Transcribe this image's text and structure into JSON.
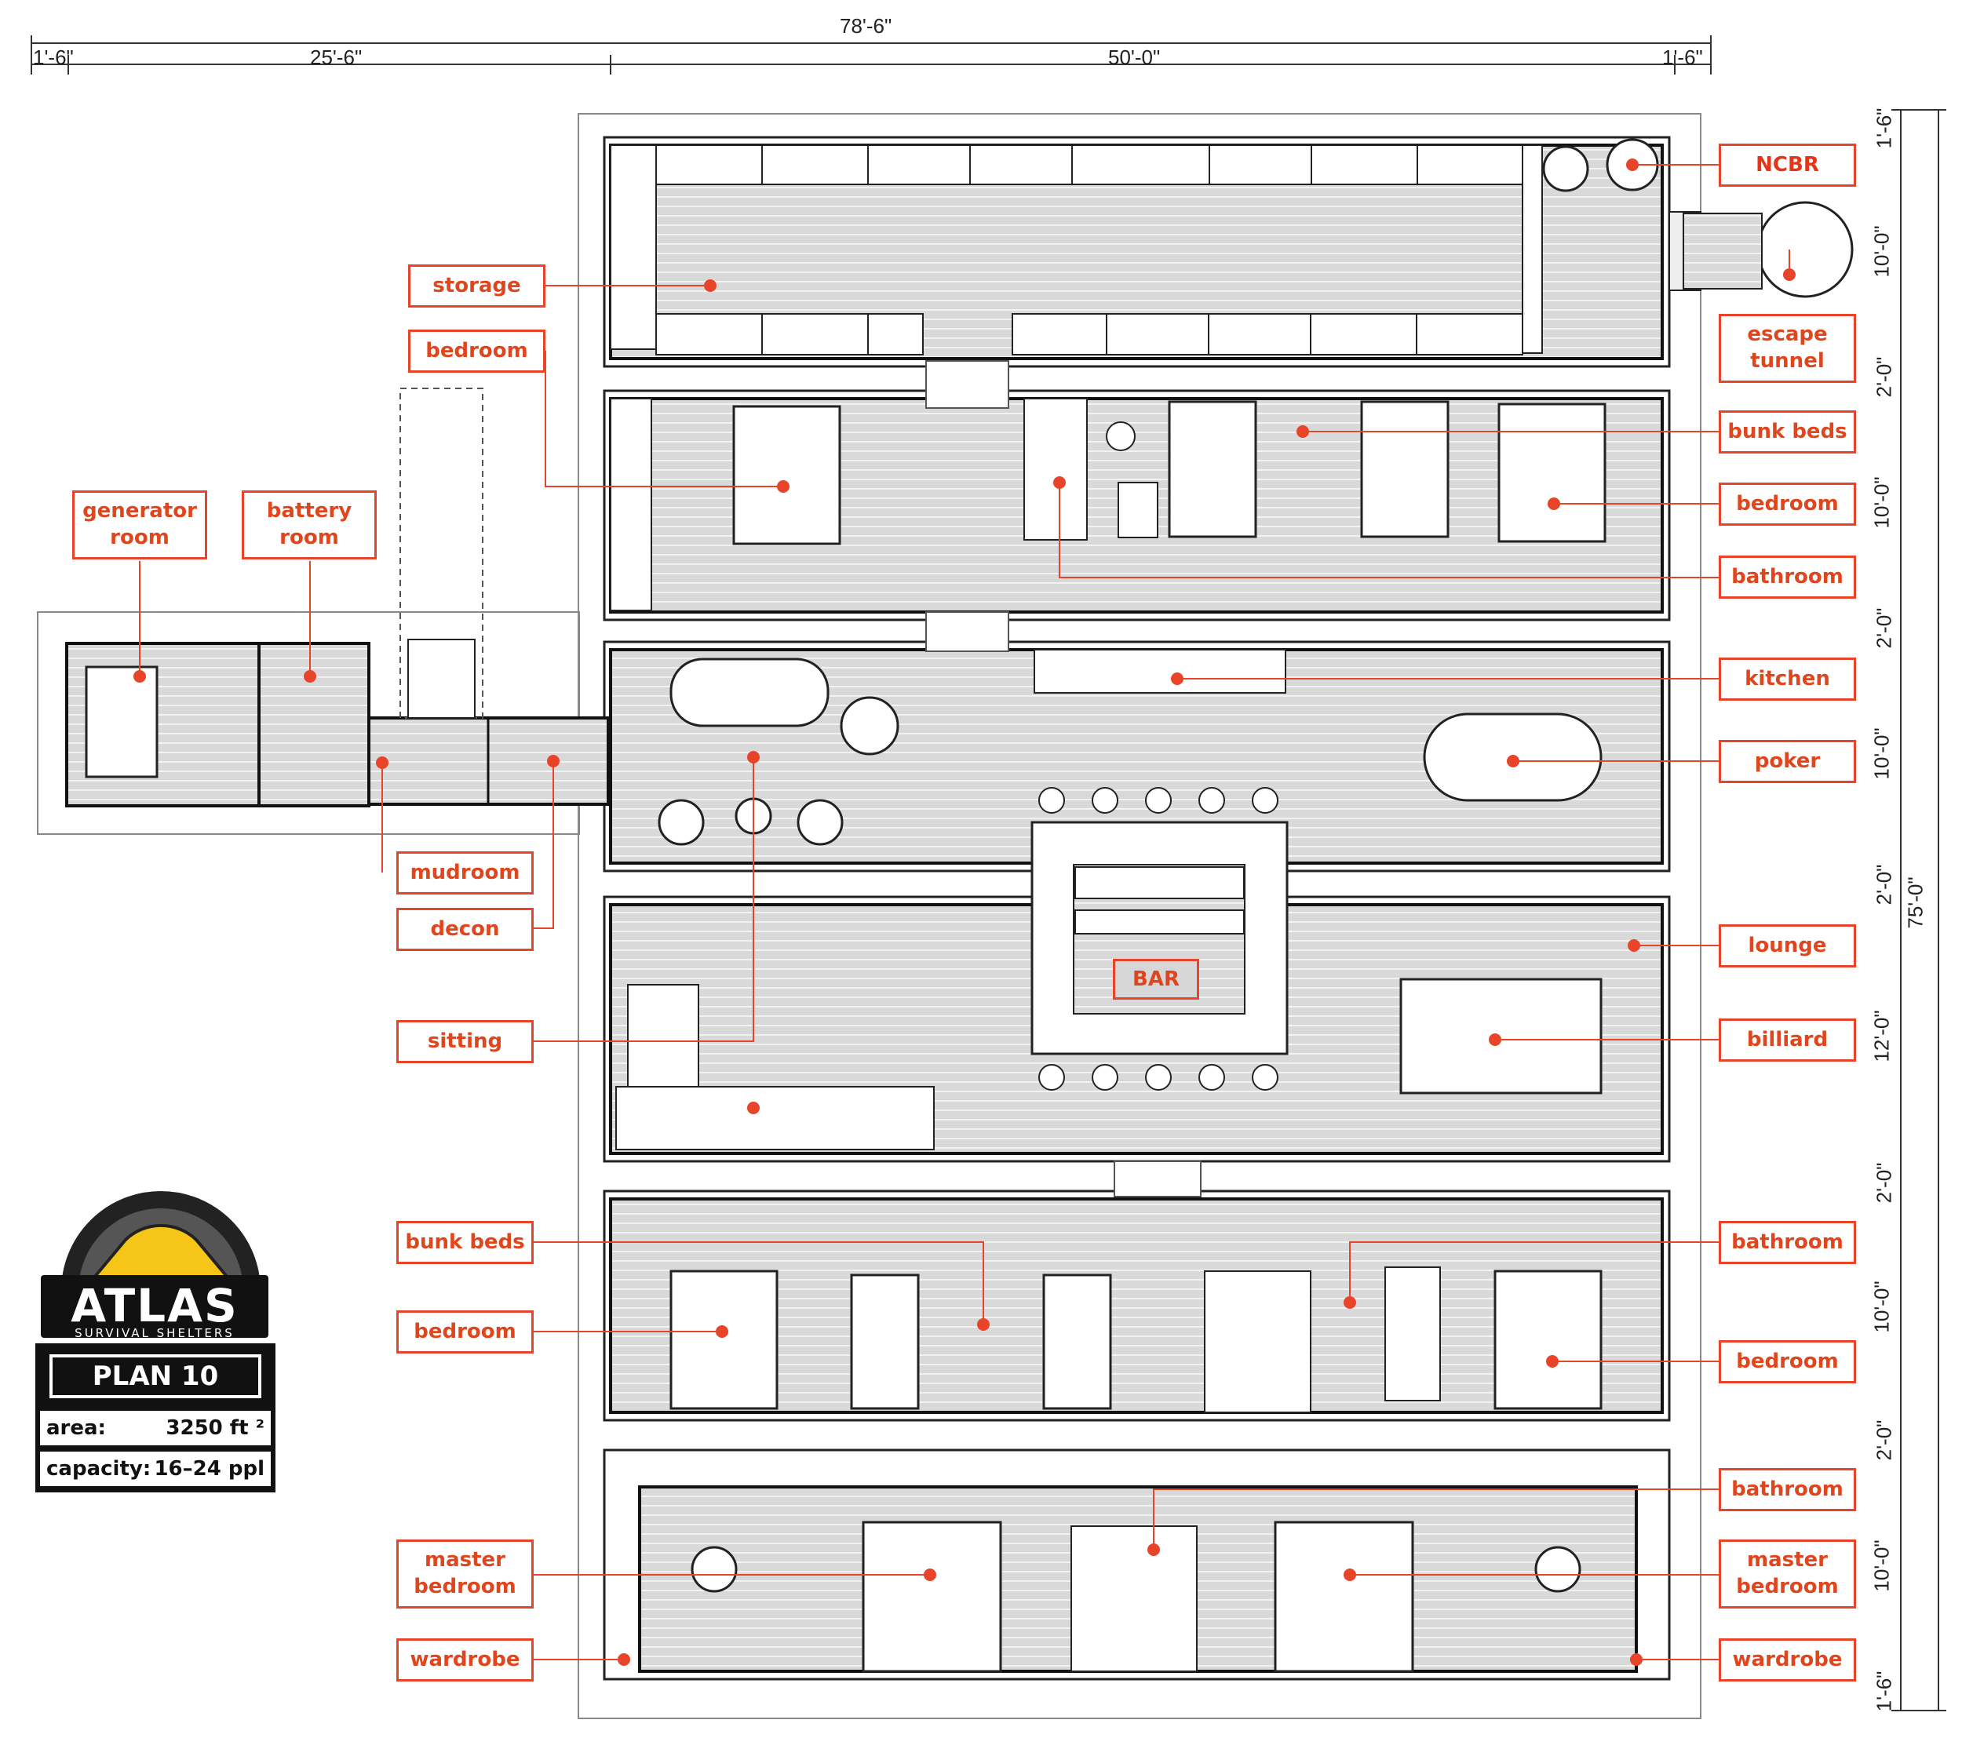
{
  "dimensions": {
    "overall_width": "78'-6\"",
    "segments": [
      "1'-6\"",
      "25'-6\"",
      "50'-0\"",
      "1'-6\""
    ],
    "overall_height": "75'-0\"",
    "vertical_segments": [
      "1'-6\"",
      "10'-0\"",
      "2'-0\"",
      "10'-0\"",
      "2'-0\"",
      "10'-0\"",
      "2'-0\"",
      "12'-0\"",
      "2'-0\"",
      "10'-0\"",
      "2'-0\"",
      "10'-0\"",
      "1'-6\""
    ]
  },
  "labels": {
    "ncbr": "NCBR",
    "storage": "storage",
    "escape_tunnel": "escape\ntunnel",
    "bedroom_top_left": "bedroom",
    "bunk_beds_top": "bunk beds",
    "bedroom_top_right": "bedroom",
    "bathroom_top": "bathroom",
    "generator_room": "generator\nroom",
    "battery_room": "battery\nroom",
    "kitchen": "kitchen",
    "poker": "poker",
    "mudroom": "mudroom",
    "decon": "decon",
    "lounge": "lounge",
    "billiard": "billiard",
    "sitting": "sitting",
    "bar": "BAR",
    "bunk_beds_lower": "bunk beds",
    "bathroom_lower_right": "bathroom",
    "bedroom_lower_left": "bedroom",
    "bedroom_lower_right": "bedroom",
    "bathroom_bottom": "bathroom",
    "master_bedroom_left": "master\nbedroom",
    "master_bedroom_right": "master\nbedroom",
    "wardrobe_left": "wardrobe",
    "wardrobe_right": "wardrobe"
  },
  "brand": {
    "name": "ATLAS",
    "tagline": "SURVIVAL SHELTERS",
    "plan": "PLAN 10",
    "area_label": "area:",
    "area_value": "3250 ft ²",
    "capacity_label": "capacity:",
    "capacity_value": "16–24 ppl"
  },
  "colors": {
    "accent": "#e8442a",
    "floor": "#d8d8d8",
    "wall": "#111111",
    "logo_yellow": "#f5c518"
  }
}
